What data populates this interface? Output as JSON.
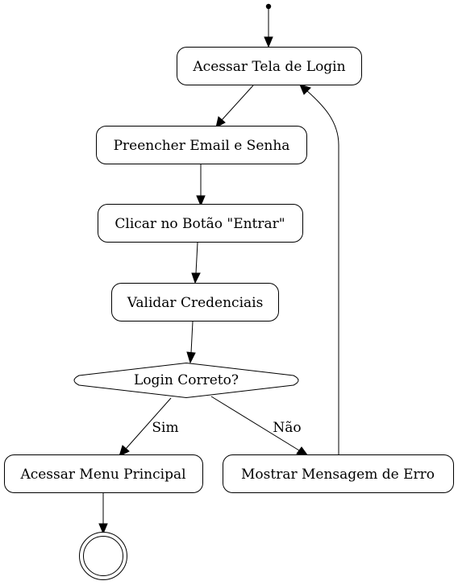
{
  "nodes": {
    "acessar_tela_login": "Acessar Tela de Login",
    "preencher_email_senha": "Preencher Email e Senha",
    "clicar_botao_entrar": "Clicar no Botão \"Entrar\"",
    "validar_credenciais": "Validar Credenciais",
    "login_correto": "Login Correto?",
    "acessar_menu_principal": "Acessar Menu Principal",
    "mostrar_mensagem_erro": "Mostrar Mensagem de Erro"
  },
  "edge_labels": {
    "sim": "Sim",
    "nao": "Não"
  }
}
